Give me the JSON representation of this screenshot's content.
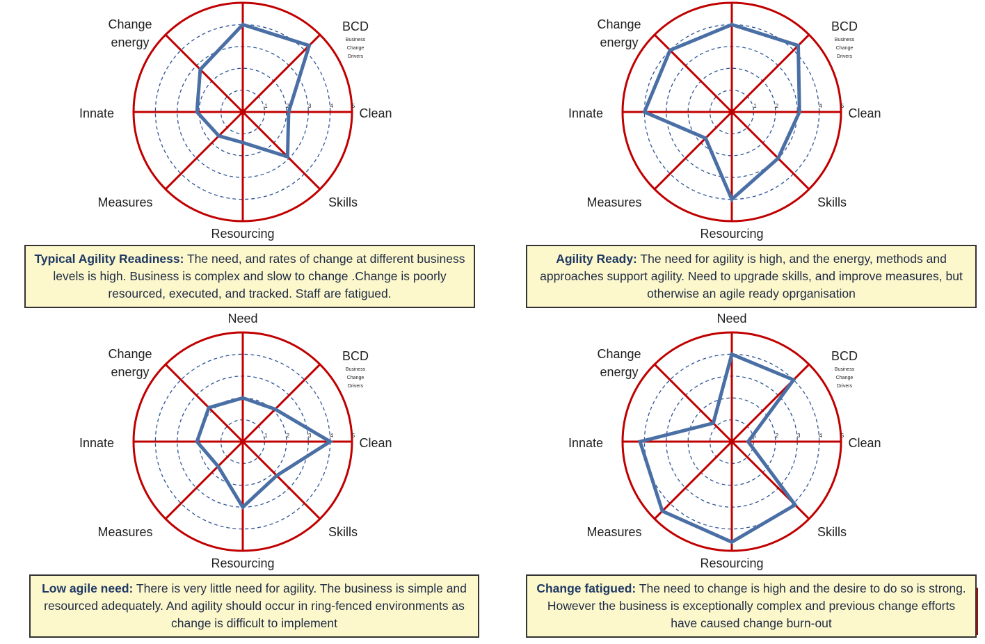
{
  "colors": {
    "axis": "#c00000",
    "ring": "#2e5597",
    "series": "#4a6fa5",
    "caption_bg": "#fcf8cc"
  },
  "labels": {
    "need": "Need",
    "bcd": "BCD",
    "bcd_sub": [
      "Business",
      "Change",
      "Drivers"
    ],
    "clean": "Clean",
    "skills": "Skills",
    "resourcing": "Resourcing",
    "measures": "Measures",
    "innate": "Innate",
    "change_energy": [
      "Change",
      "energy"
    ]
  },
  "chart_data": [
    {
      "type": "radar",
      "axes": [
        "Need",
        "BCD",
        "Clean",
        "Skills",
        "Resourcing",
        "Measures",
        "Innate",
        "Change energy"
      ],
      "rlim": [
        0,
        5
      ],
      "ticks": [
        "1",
        "2",
        "3",
        "4",
        "5"
      ],
      "show_need_label": false,
      "values": [
        4.0,
        4.3,
        2.1,
        2.9,
        1.4,
        1.55,
        2.1,
        2.75
      ],
      "caption_title": "Typical Agility Readiness:",
      "caption_text": " The need, and rates of change at different business levels is high. Business is complex and slow to change .Change is poorly resourced, executed, and tracked. Staff are fatigued."
    },
    {
      "type": "radar",
      "axes": [
        "Need",
        "BCD",
        "Clean",
        "Skills",
        "Resourcing",
        "Measures",
        "Innate",
        "Change energy"
      ],
      "rlim": [
        0,
        5
      ],
      "ticks": [
        "1",
        "2",
        "3",
        "4",
        "5"
      ],
      "show_need_label": false,
      "values": [
        4.0,
        4.3,
        3.1,
        3.0,
        4.0,
        1.7,
        4.0,
        4.0
      ],
      "caption_title": "Agility Ready:",
      "caption_text": " The need for agility is high, and the energy, methods and approaches support agility. Need to upgrade skills, and improve measures, but otherwise an agile ready oprganisation"
    },
    {
      "type": "radar",
      "axes": [
        "Need",
        "BCD",
        "Clean",
        "Skills",
        "Resourcing",
        "Measures",
        "Innate",
        "Change energy"
      ],
      "rlim": [
        0,
        5
      ],
      "ticks": [
        "1",
        "2",
        "3",
        "4",
        "5"
      ],
      "show_need_label": true,
      "values": [
        2.0,
        2.1,
        4.0,
        2.2,
        3.0,
        1.6,
        2.1,
        2.2
      ],
      "caption_title": "Low agile need:",
      "caption_text": " There is very little need for agility. The business is simple and resourced adequately. And agility should occur in ring-fenced environments as change is difficult to implement"
    },
    {
      "type": "radar",
      "axes": [
        "Need",
        "BCD",
        "Clean",
        "Skills",
        "Resourcing",
        "Measures",
        "Innate",
        "Change energy"
      ],
      "rlim": [
        0,
        5
      ],
      "ticks": [
        "1",
        "2",
        "3",
        "4",
        "5"
      ],
      "show_need_label": true,
      "values": [
        4.0,
        4.0,
        0.75,
        4.1,
        4.6,
        4.5,
        4.2,
        1.2
      ],
      "caption_title": "Change fatigued:",
      "caption_text": " The need to change is high and the desire to do so is strong. However the business is exceptionally complex and previous change efforts have caused change burn-out"
    }
  ]
}
